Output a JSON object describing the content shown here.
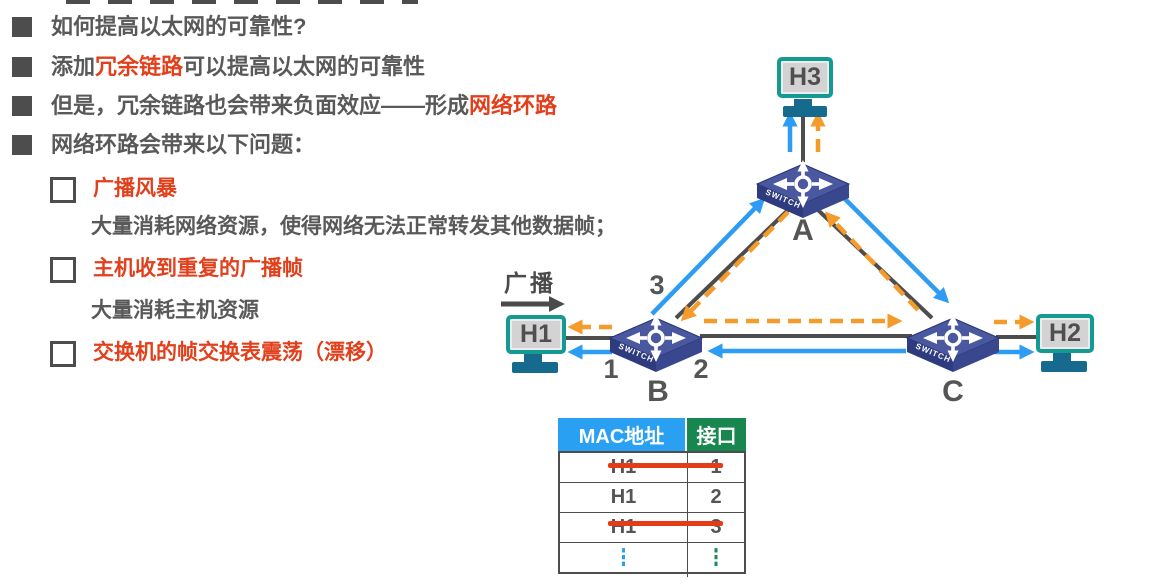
{
  "slide": {
    "bullets": [
      {
        "parts": [
          {
            "t": "如何提高以太网的可靠性?"
          }
        ]
      },
      {
        "parts": [
          {
            "t": "添加"
          },
          {
            "t": "冗余链路"
          },
          {
            "t": "可以提高以太网的可靠性"
          }
        ]
      },
      {
        "parts": [
          {
            "t": "但是，冗余链路也会带来负面效应——形成"
          },
          {
            "t": "网络环路"
          }
        ]
      },
      {
        "parts": [
          {
            "t": "网络环路会带来以下问题："
          }
        ]
      }
    ],
    "issues": [
      {
        "title": "广播风暴",
        "desc": "大量消耗网络资源，使得网络无法正常转发其他数据帧；"
      },
      {
        "title": "主机收到重复的广播帧",
        "desc": "大量消耗主机资源"
      },
      {
        "title": "交换机的帧交换表震荡（漂移）",
        "desc": ""
      }
    ]
  },
  "diagram": {
    "broadcast_label": "广播",
    "switch_text": "SWITCH",
    "switches": {
      "a": "A",
      "b": "B",
      "c": "C"
    },
    "hosts": {
      "h1": "H1",
      "h2": "H2",
      "h3": "H3"
    },
    "ports": {
      "p1": "1",
      "p2": "2",
      "p3": "3"
    }
  },
  "mac_table": {
    "headers": {
      "mac": "MAC地址",
      "port": "接口"
    },
    "rows": [
      {
        "mac": "H1",
        "port": "1",
        "struck": true
      },
      {
        "mac": "H1",
        "port": "2",
        "struck": false
      },
      {
        "mac": "H1",
        "port": "3",
        "struck": true
      },
      {
        "mac": "⋮",
        "port": "⋮",
        "struck": false,
        "dots": true
      }
    ]
  },
  "colors": {
    "red_text": "#e2401c",
    "gray_text": "#595959",
    "blue_arrow": "#2d9cf4",
    "orange_arrow": "#f59b2b",
    "link_gray": "#4d4d4d",
    "monitor_teal": "#159a93",
    "stand_blue": "#156a8e",
    "switch_top": "#4a58a0",
    "switch_front": "#2e3b7f",
    "table_header_blue": "#2aa0f2",
    "table_header_green": "#18874f",
    "strike_red": "#e53b17"
  }
}
